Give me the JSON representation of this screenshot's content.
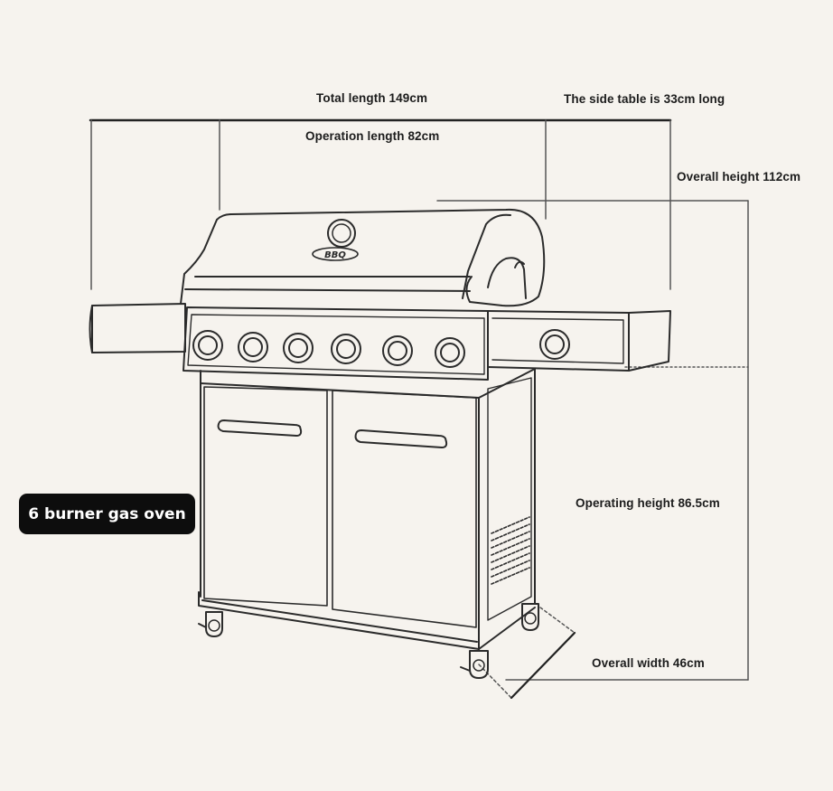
{
  "labels": {
    "total_length": "Total length 149cm",
    "side_table": "The side table is 33cm long",
    "operation_length": "Operation length 82cm",
    "overall_height": "Overall height 112cm",
    "operating_height": "Operating height 86.5cm",
    "overall_width": "Overall width 46cm",
    "badge": "6 burner gas oven"
  },
  "grill": {
    "emblem_text": "BBQ",
    "main_burner_knobs": 6,
    "side_burner_knobs": 1
  },
  "colors": {
    "background": "#f6f3ee",
    "line": "#2b2b2b",
    "badge_bg": "#0d0d0d",
    "badge_text": "#ffffff"
  }
}
